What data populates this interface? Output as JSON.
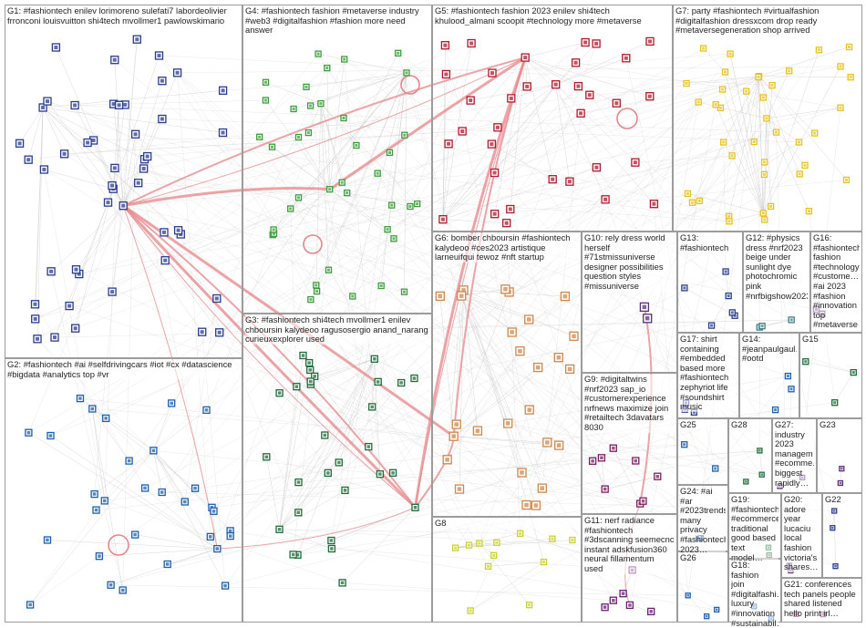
{
  "graph": {
    "title": "",
    "edge_colors": {
      "intra": "#c8c8c8",
      "highlight": "#e8858a"
    },
    "groups": [
      {
        "id": "G1",
        "title": "G1: #fashiontech enilev lorimoreno sulefati7 labordeolivier\nfrronconi louisvuitton shi4tech mvollmer1 pawlowskimario",
        "node_color": "#2a3b8f"
      },
      {
        "id": "G2",
        "title": "G2: #fashiontech #ai #selfdrivingcars #iot #cx #datascience\n#bigdata #analytics top #vr",
        "node_color": "#1b5fae"
      },
      {
        "id": "G3",
        "title": "G3: #fashiontech shi4tech mvollmer1 enilev\nchboursin kalydeoo ragusosergio anand_narang\ncurieuxexplorer used",
        "node_color": "#1e6b3a"
      },
      {
        "id": "G4",
        "title": "G4: #fashiontech fashion #metaverse industry\n#web3 #digitalfashion #fashion more need\nanswer",
        "node_color": "#3a9d3a"
      },
      {
        "id": "G5",
        "title": "G5: #fashiontech fashion 2023 enilev shi4tech\nkhulood_almani scoopit #technology more #metaverse",
        "node_color": "#b3182b"
      },
      {
        "id": "G6",
        "title": "G6: bomber chboursin #fashiontech\nkalydeoo #ces2023 artistique\nlarneuifqui tewoz #nft startup",
        "node_color": "#d2874a"
      },
      {
        "id": "G7",
        "title": "G7: party #fashiontech #virtualfashion\n#digitalfashion dressxcom drop ready\n#metaversegeneration shop arrived",
        "node_color": "#e6c21a"
      },
      {
        "id": "G8",
        "title": "G8",
        "node_color": "#c9d12a"
      },
      {
        "id": "G9",
        "title": "G9: #digitaltwins\n#nrf2023 sap_io\n#customerexperience\nnrfnews maximize join\n#retailtech 3davatars\n8030",
        "node_color": "#7b1d5c"
      },
      {
        "id": "G10",
        "title": "G10: rely dress world\nherself\n#71stmissuniverse\ndesigner possibilities\nquestion styles\n#missuniverse",
        "node_color": "#5a2f7a"
      },
      {
        "id": "G11",
        "title": "G11: nerf radiance\n#fashiontech\n#3dscanning seemecnc\ninstant adskfusion360\nneural fillamentum used",
        "node_color": "#6a1f70"
      },
      {
        "id": "G12",
        "title": "G12: #physics\ndress #nrf2023\nbeige under\nsunlight dye\nphotochromic\npink\n#nrfbigshow2023",
        "node_color": "#3f7f7f"
      },
      {
        "id": "G13",
        "title": "G13:\n#fashiontech",
        "node_color": "#2a3b8f"
      },
      {
        "id": "G14",
        "title": "G14:\n#jeanpaulgaul…\n#ootd",
        "node_color": "#1b5fae"
      },
      {
        "id": "G15",
        "title": "G15",
        "node_color": "#1e6b3a"
      },
      {
        "id": "G16",
        "title": "G16:\n#fashiontech\nfashion\n#technology\n#custome…\n#ai 2023\n#fashion\n#innovation\ntop\n#metaverse",
        "node_color": "#5a2f7a"
      },
      {
        "id": "G17",
        "title": "G17: shirt\ncontaining\n#embedded\nbased more\n#fashiontech\nzephyriot life\n#soundshirt\nmusic",
        "node_color": "#2a3b8f"
      },
      {
        "id": "G18",
        "title": "G18: fashion\njoin\n#digitalfashi…\nluxury\n#innovation\n#sustainabil…",
        "node_color": "#1b5fae"
      },
      {
        "id": "G19",
        "title": "G19:\n#fashiontech\n#ecommerce\ntraditional\ngood based\ntext model…",
        "node_color": "#1e6b3a"
      },
      {
        "id": "G20",
        "title": "G20:\nadore\nyear\nlucaciu\nlocal\nfashion\nvictoria's\nshares…",
        "node_color": "#5a2f7a"
      },
      {
        "id": "G21",
        "title": "G21: conferences\ntech panels people\nshared listened\nhello print irl…",
        "node_color": "#7b1d5c"
      },
      {
        "id": "G22",
        "title": "G22",
        "node_color": "#2a3b8f"
      },
      {
        "id": "G23",
        "title": "G23",
        "node_color": "#5a2f7a"
      },
      {
        "id": "G24",
        "title": "G24: #ai #ar\n#2023trends\nmany\nprivacy\n#fashiontech\n2023…",
        "node_color": "#1b5fae"
      },
      {
        "id": "G25",
        "title": "G25",
        "node_color": "#1b5fae"
      },
      {
        "id": "G26",
        "title": "G26",
        "node_color": "#1b5fae"
      },
      {
        "id": "G27",
        "title": "G27:\nindustry\n2023\nmanagem…\n#ecomme…\nbiggest\nrapidly…",
        "node_color": "#5a2f7a"
      },
      {
        "id": "G28",
        "title": "G28",
        "node_color": "#1e6b3a"
      }
    ]
  }
}
